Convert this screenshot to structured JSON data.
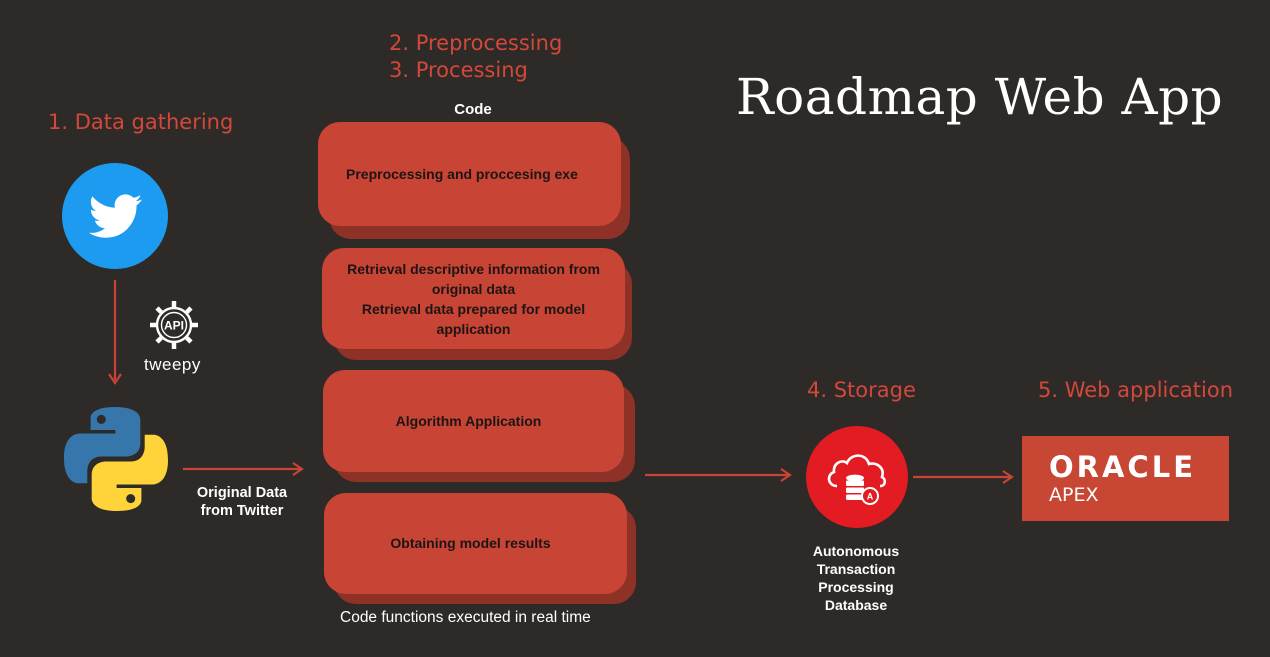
{
  "title": "Roadmap Web App",
  "stages": {
    "data_gathering": "1. Data gathering",
    "preprocessing": "2. Preprocessing",
    "processing": "3. Processing",
    "storage": "4. Storage",
    "web_application": "5. Web application"
  },
  "code_header": "Code",
  "code_boxes": [
    "Preprocessing and proccesing exe",
    "Retrieval descriptive information from original data\nRetrieval data prepared for model application",
    "Algorithm Application",
    "Obtaining model results"
  ],
  "code_footer": "Code functions executed in real time",
  "tweepy": {
    "api_label": "API",
    "label": "tweepy"
  },
  "twitter_arrow_label": "Original Data\nfrom Twitter",
  "database_label": "Autonomous\nTransaction\nProcessing\nDatabase",
  "oracle": {
    "brand": "ORACLE",
    "product": "APEX"
  },
  "colors": {
    "background": "#2e2a28",
    "accent": "#d2483a",
    "box": "#c84434",
    "box_shadow": "#8e3127",
    "twitter_blue": "#1d9bf0",
    "python_blue": "#3776ab",
    "python_yellow": "#ffd43b",
    "oracle_red": "#c74634",
    "db_red": "#e31b23"
  },
  "icons": [
    "twitter-bird-icon",
    "api-gear-icon",
    "python-logo-icon",
    "cloud-database-icon"
  ]
}
